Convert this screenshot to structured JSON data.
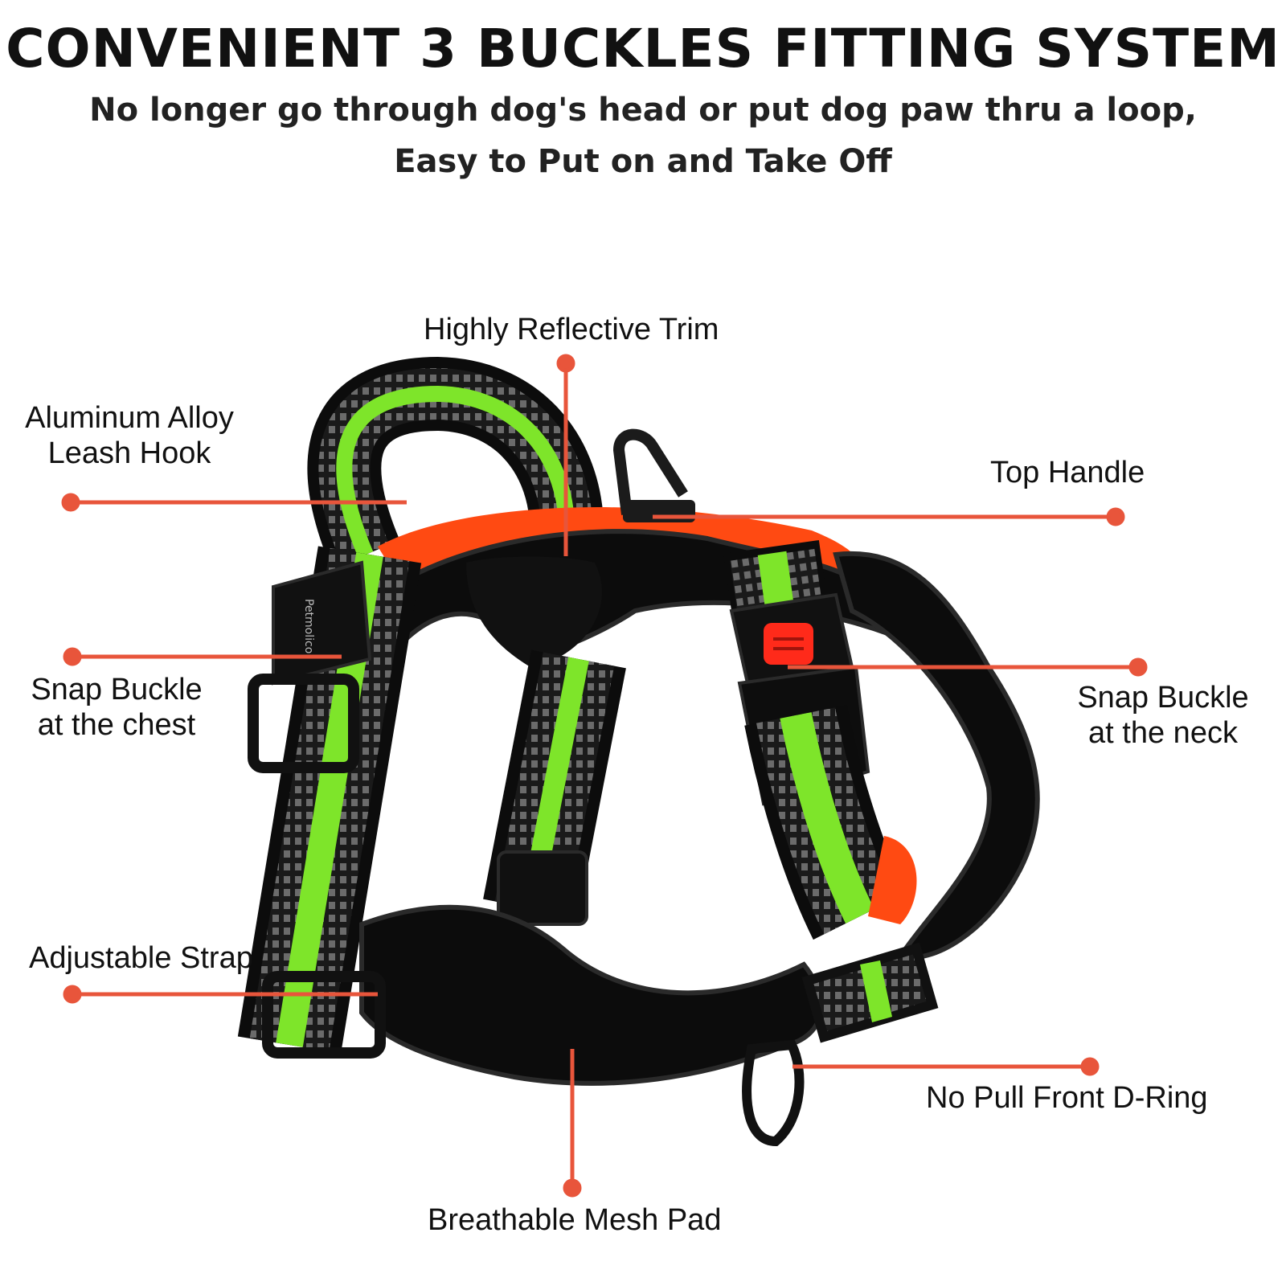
{
  "header": {
    "title": "CONVENIENT 3 BUCKLES FITTING SYSTEM",
    "subtitle_line1": "No longer go through dog's head or put dog paw thru a loop,",
    "subtitle_line2": "Easy to Put on and Take Off"
  },
  "product": {
    "brand_mark": "Petmolico"
  },
  "callouts": {
    "reflective_trim": "Highly Reflective Trim",
    "leash_hook_line1": "Aluminum Alloy",
    "leash_hook_line2": "Leash Hook",
    "top_handle": "Top Handle",
    "chest_buckle_line1": "Snap Buckle",
    "chest_buckle_line2": "at the chest",
    "neck_buckle_line1": "Snap Buckle",
    "neck_buckle_line2": "at the neck",
    "adjustable_strap": "Adjustable Strap",
    "d_ring": "No Pull Front D-Ring",
    "mesh_pad": "Breathable Mesh Pad"
  },
  "colors": {
    "callout_line": "#e8553b",
    "strap_green": "#7ee52a",
    "accent_orange": "#ff4a12",
    "harness_black": "#0c0c0c"
  }
}
